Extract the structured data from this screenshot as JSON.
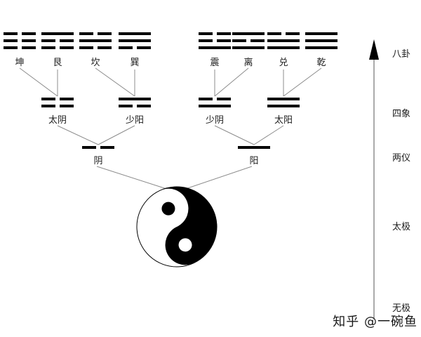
{
  "stages": [
    {
      "id": "bagua",
      "label": "八卦"
    },
    {
      "id": "sixiang",
      "label": "四象"
    },
    {
      "id": "liangyi",
      "label": "两仪"
    },
    {
      "id": "taiji",
      "label": "太极"
    },
    {
      "id": "wuji",
      "label": "无极"
    }
  ],
  "trigrams": [
    {
      "label": "坤",
      "lines": [
        "broken",
        "broken",
        "broken"
      ]
    },
    {
      "label": "艮",
      "lines": [
        "solid",
        "broken",
        "broken"
      ]
    },
    {
      "label": "坎",
      "lines": [
        "broken",
        "solid",
        "broken"
      ]
    },
    {
      "label": "巽",
      "lines": [
        "solid",
        "solid",
        "broken"
      ]
    },
    {
      "label": "震",
      "lines": [
        "broken",
        "broken",
        "solid"
      ]
    },
    {
      "label": "离",
      "lines": [
        "solid",
        "broken",
        "solid"
      ]
    },
    {
      "label": "兑",
      "lines": [
        "broken",
        "solid",
        "solid"
      ]
    },
    {
      "label": "乾",
      "lines": [
        "solid",
        "solid",
        "solid"
      ]
    }
  ],
  "four_images": [
    {
      "label": "太阴",
      "lines": [
        "broken",
        "broken"
      ]
    },
    {
      "label": "少阳",
      "lines": [
        "solid",
        "broken"
      ]
    },
    {
      "label": "少阴",
      "lines": [
        "broken",
        "solid"
      ]
    },
    {
      "label": "太阳",
      "lines": [
        "solid",
        "solid"
      ]
    }
  ],
  "two_forms": [
    {
      "label": "阴",
      "lines": [
        "broken"
      ]
    },
    {
      "label": "阳",
      "lines": [
        "solid"
      ]
    }
  ],
  "taiji_symbol": {
    "left_color": "#ffffff",
    "right_color": "#000000"
  },
  "watermark": "知乎 @一碗鱼",
  "colors": {
    "background": "#ffffff",
    "bar": "#000000",
    "connector": "#8c8c8c",
    "axis": "#555555",
    "arrow": "#000000",
    "text": "#1a1a1a",
    "watermark": "#b5b5b5"
  }
}
